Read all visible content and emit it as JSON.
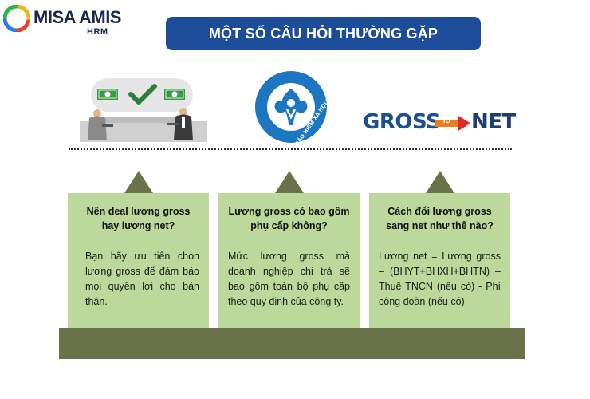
{
  "brand": {
    "name": "MISA AMIS",
    "sub": "HRM"
  },
  "title": "MỘT SỐ CÂU HỎI THƯỜNG GẶP",
  "illustrations": {
    "insurance_ring_text": "BẢO HIỂM XÃ HỘI VIỆT NAM",
    "gross_word": "GROSS",
    "to_word": "TO",
    "net_word": "NET"
  },
  "cards": [
    {
      "question": "Nên deal lương gross hay lương net?",
      "answer": "Bạn hãy ưu tiên chọn lương gross để đảm bảo mọi quyền lợi cho bản thân."
    },
    {
      "question": "Lương gross có bao gồm phụ cấp không?",
      "answer": "Mức lương gross mà doanh nghiệp chi trả sẽ bao gồm toàn bộ phụ cấp theo quy định của công ty."
    },
    {
      "question": "Cách đổi lương gross sang net như thế nào?",
      "answer": "Lương net = Lương gross – (BHYT+BHXH+BHTN) – Thuế TNCN (nếu có) - Phí công đoàn (nếu có)"
    }
  ],
  "colors": {
    "title_bg": "#1d4d99",
    "card_bg": "#bcd89a",
    "base": "#68734a",
    "gross_blue": "#1e4f8f",
    "arrow_orange": "#f07a1e",
    "net_red": "#e02a2a",
    "money_green": "#3c9a47"
  }
}
